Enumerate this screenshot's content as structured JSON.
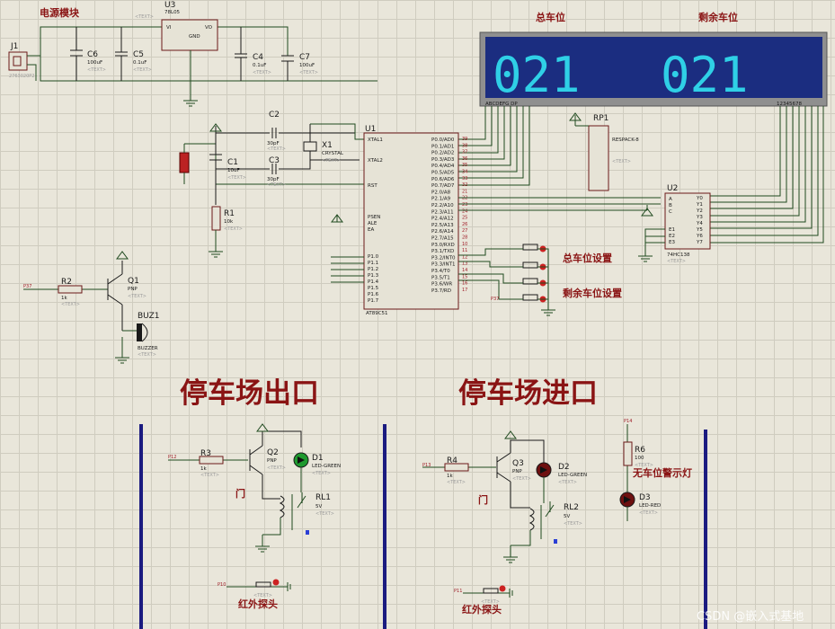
{
  "section_titles": {
    "power": "电源模块",
    "total_slots": "总车位",
    "remaining_slots": "剩余车位",
    "exit": "停车场出口",
    "entrance": "停车场进口",
    "total_set": "总车位设置",
    "remaining_set": "剩余车位设置",
    "door_exit": "门",
    "door_entrance": "门",
    "ir_exit": "红外探头",
    "ir_entrance": "红外探头",
    "no_slot_warn": "无车位警示灯"
  },
  "display": {
    "total_digits": "021",
    "remaining_digits": "021",
    "left_pins": "ABCDEFG DP",
    "right_pins": "12345678",
    "color": "#2fd0e6",
    "bg": "#1b2d80"
  },
  "components": {
    "j1": {
      "ref": "J1",
      "value": "2763020P2"
    },
    "c6": {
      "ref": "C6",
      "value": "100uF"
    },
    "c5": {
      "ref": "C5",
      "value": "0.1uF"
    },
    "u3": {
      "ref": "U3",
      "value": "78L05",
      "vi": "VI",
      "vo": "VO",
      "gnd": "GND"
    },
    "c4": {
      "ref": "C4",
      "value": "0.1uF"
    },
    "c7": {
      "ref": "C7",
      "value": "100uF"
    },
    "c2": {
      "ref": "C2",
      "value": "30pF"
    },
    "c3": {
      "ref": "C3",
      "value": "30pF"
    },
    "x1": {
      "ref": "X1",
      "value": "CRYSTAL"
    },
    "c1": {
      "ref": "C1",
      "value": "10uF"
    },
    "r1": {
      "ref": "R1",
      "value": "10k"
    },
    "r2": {
      "ref": "R2",
      "value": "1k"
    },
    "q1": {
      "ref": "Q1",
      "value": "PNP"
    },
    "buz1": {
      "ref": "BUZ1",
      "value": "BUZZER"
    },
    "u1": {
      "ref": "U1",
      "value": "AT89C51"
    },
    "rp1": {
      "ref": "RP1",
      "value": "RESPACK-8"
    },
    "u2": {
      "ref": "U2",
      "value": "74HC138"
    },
    "r3": {
      "ref": "R3",
      "value": "1k"
    },
    "q2": {
      "ref": "Q2",
      "value": "PNP"
    },
    "d1": {
      "ref": "D1",
      "value": "LED-GREEN"
    },
    "rl1": {
      "ref": "RL1",
      "value": "5V"
    },
    "r4": {
      "ref": "R4",
      "value": "1k"
    },
    "q3": {
      "ref": "Q3",
      "value": "PNP"
    },
    "d2": {
      "ref": "D2",
      "value": "LED-GREEN"
    },
    "rl2": {
      "ref": "RL2",
      "value": "5V"
    },
    "r6": {
      "ref": "R6",
      "value": "100"
    },
    "d3": {
      "ref": "D3",
      "value": "LED-RED"
    }
  },
  "text_placeholder": "<TEXT>",
  "u1_pins_left": [
    "XTAL1",
    "XTAL2",
    "RST",
    "PSEN",
    "ALE",
    "EA",
    "P1.0",
    "P1.1",
    "P1.2",
    "P1.3",
    "P1.4",
    "P1.5",
    "P1.6",
    "P1.7"
  ],
  "u1_pins_right": [
    "P0.0/AD0",
    "P0.1/AD1",
    "P0.2/AD2",
    "P0.3/AD3",
    "P0.4/AD4",
    "P0.5/AD5",
    "P0.6/AD6",
    "P0.7/AD7",
    "P2.0/A8",
    "P2.1/A9",
    "P2.2/A10",
    "P2.3/A11",
    "P2.4/A12",
    "P2.5/A13",
    "P2.6/A14",
    "P2.7/A15",
    "P3.0/RXD",
    "P3.1/TXD",
    "P3.2/INT0",
    "P3.3/INT1",
    "P3.4/T0",
    "P3.5/T1",
    "P3.6/WR",
    "P3.7/RD"
  ],
  "u1_pin_nums_right": [
    "39",
    "38",
    "37",
    "36",
    "35",
    "34",
    "33",
    "32",
    "21",
    "22",
    "23",
    "24",
    "25",
    "26",
    "27",
    "28",
    "10",
    "11",
    "12",
    "13",
    "14",
    "15",
    "16",
    "17"
  ],
  "u2_pins_left": [
    "A",
    "B",
    "C",
    "E1",
    "E2",
    "E3"
  ],
  "u2_pins_right": [
    "Y0",
    "Y1",
    "Y2",
    "Y3",
    "Y4",
    "Y5",
    "Y6",
    "Y7"
  ],
  "net_labels": {
    "p37_q1": "P37",
    "p12": "P12",
    "p13": "P13",
    "p10": "P10",
    "p11": "P11",
    "p37_u1": "P37",
    "p14": "P14"
  },
  "watermark": "CSDN @嵌入式基地"
}
